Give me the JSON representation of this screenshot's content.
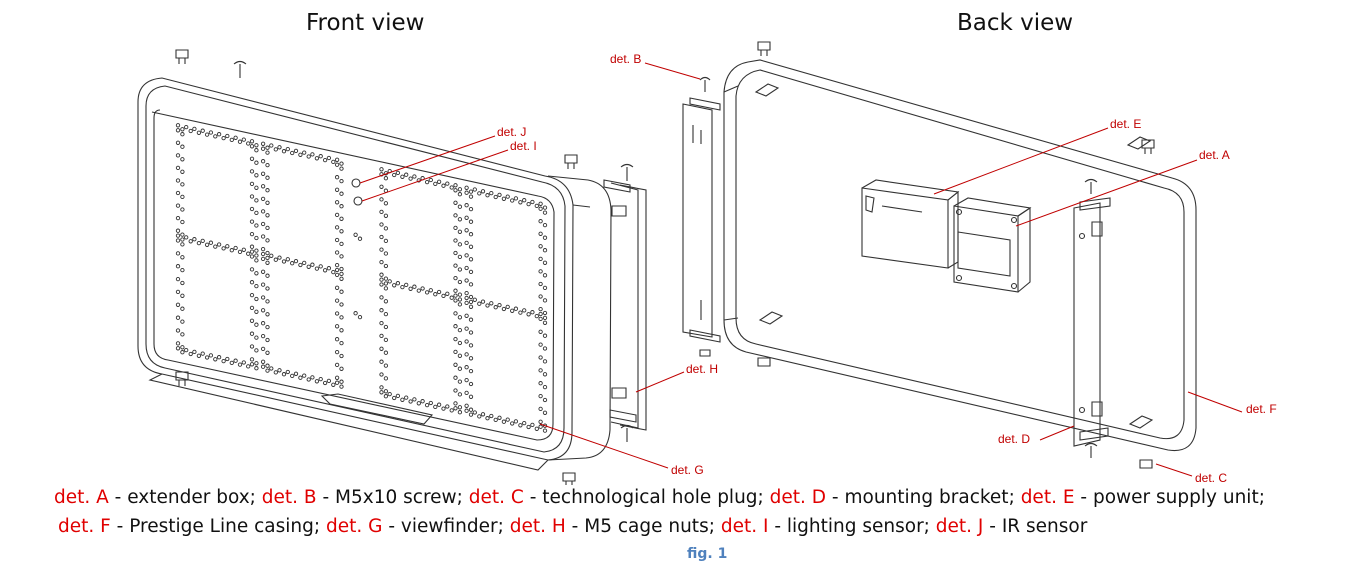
{
  "titles": {
    "front": "Front view",
    "back": "Back view"
  },
  "callouts": {
    "det_b": "det. B",
    "det_j": "det. J",
    "det_i": "det. I",
    "det_h": "det. H",
    "det_g": "det. G",
    "det_e": "det. E",
    "det_a": "det. A",
    "det_d": "det. D",
    "det_f": "det. F",
    "det_c": "det. C"
  },
  "legend": {
    "line1": [
      {
        "det": "det. A",
        "desc": " - extender box; "
      },
      {
        "det": "det. B",
        "desc": " - M5x10 screw; "
      },
      {
        "det": "det. C",
        "desc": " - technological hole plug; "
      },
      {
        "det": "det. D",
        "desc": " - mounting bracket; "
      },
      {
        "det": "det. E",
        "desc": " - power supply unit;"
      }
    ],
    "line2": [
      {
        "det": "det. F",
        "desc": " - Prestige Line casing; "
      },
      {
        "det": "det. G",
        "desc": " - viewfinder;  "
      },
      {
        "det": "det. H",
        "desc": " - M5 cage nuts; "
      },
      {
        "det": "det. I",
        "desc": " - lighting sensor; "
      },
      {
        "det": "det. J",
        "desc": " - IR sensor"
      }
    ]
  },
  "caption": "fig. 1",
  "colors": {
    "callout": "#c00000",
    "det_label": "#e00000",
    "caption": "#4f81bd",
    "line": "#333333"
  }
}
